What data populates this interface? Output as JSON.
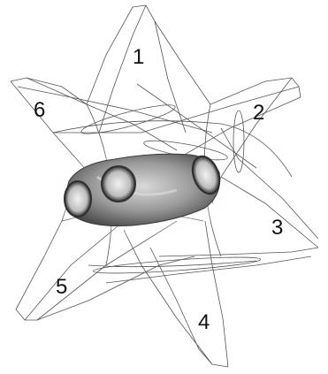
{
  "diagram": {
    "panel_labels": [
      "1",
      "2",
      "3",
      "4",
      "5",
      "6"
    ],
    "colors": {
      "background": "#ffffff",
      "outline": "#555555",
      "object_light": "#bdbdbd",
      "object_dark": "#3a3a3a"
    }
  }
}
